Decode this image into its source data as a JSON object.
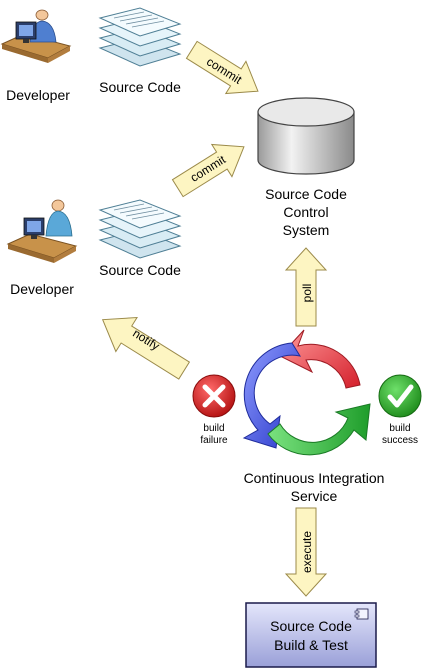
{
  "developers": [
    {
      "label": "Developer"
    },
    {
      "label": "Developer"
    }
  ],
  "source_code": [
    {
      "label": "Source Code"
    },
    {
      "label": "Source Code"
    }
  ],
  "arrows": {
    "commit_top": "commit",
    "commit_bottom": "commit",
    "poll": "poll",
    "notify": "notify",
    "execute": "execute"
  },
  "scm": {
    "line1": "Source Code",
    "line2": "Control",
    "line3": "System"
  },
  "ci": {
    "line1": "Continuous Integration",
    "line2": "Service"
  },
  "status": {
    "failure_line1": "build",
    "failure_line2": "failure",
    "success_line1": "build",
    "success_line2": "success"
  },
  "build_box": {
    "line1": "Source Code",
    "line2": "Build & Test"
  },
  "colors": {
    "arrow_fill": "#fdf5c2",
    "arrow_stroke": "#9b8a4a",
    "failure": "#d61c1c",
    "success": "#2fa52a",
    "cycle_red": "#e23b3b",
    "cycle_blue": "#3a4fd8",
    "cycle_green": "#3fbf4a"
  }
}
